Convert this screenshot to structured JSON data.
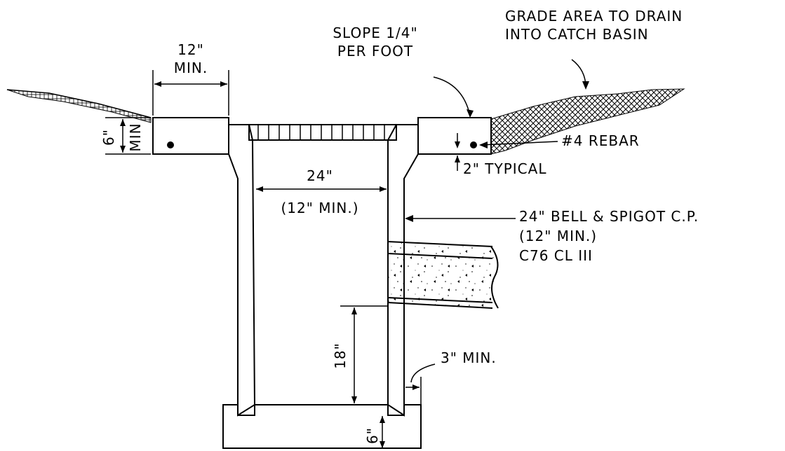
{
  "labels": {
    "grade_line1": "GRADE AREA TO DRAIN",
    "grade_line2": "INTO CATCH BASIN",
    "slope_line1": "SLOPE 1/4\"",
    "slope_line2": "PER FOOT",
    "width_top": "12\"",
    "width_bottom": "MIN.",
    "rebar": "#4 REBAR",
    "typical": "2\" TYPICAL",
    "pipe_dia": "24\"",
    "pipe_min": "(12\" MIN.)",
    "pipe_spec_line1": "24\" BELL & SPIGOT C.P.",
    "pipe_spec_line2": "(12\" MIN.)",
    "pipe_spec_line3": "C76 CL III",
    "depth_18": "18\"",
    "clearance": "3\" MIN.",
    "slab_depth": "6\"",
    "slab_min": "MIN",
    "base_depth": "6\""
  }
}
